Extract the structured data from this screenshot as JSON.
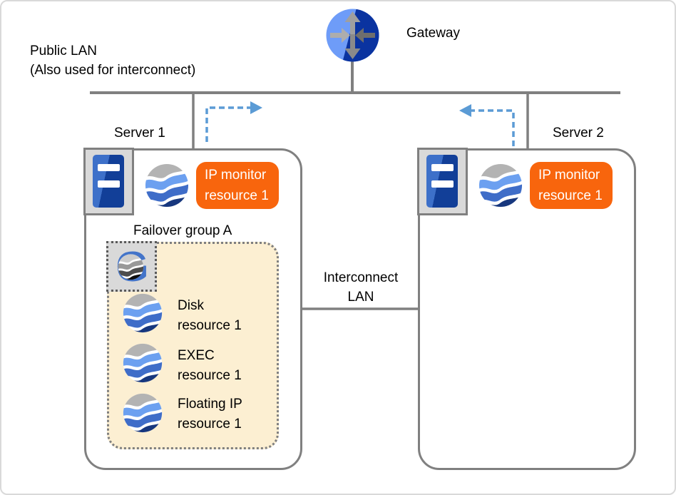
{
  "diagram": {
    "gateway_label": "Gateway",
    "public_lan": {
      "line1": "Public LAN",
      "line2": "(Also used for interconnect)"
    },
    "interconnect": {
      "line1": "Interconnect",
      "line2": "LAN"
    },
    "server1": {
      "label": "Server 1",
      "monitor": {
        "line1": "IP monitor",
        "line2": "resource 1"
      },
      "group": {
        "title": "Failover group A",
        "resources": [
          {
            "line1": "Disk",
            "line2": "resource 1"
          },
          {
            "line1": "EXEC",
            "line2": "resource 1"
          },
          {
            "line1": "Floating IP",
            "line2": "resource 1"
          }
        ]
      }
    },
    "server2": {
      "label": "Server 2",
      "monitor": {
        "line1": "IP monitor",
        "line2": "resource 1"
      }
    },
    "colors": {
      "line_gray": "#808080",
      "arrow_blue": "#5b9bd5",
      "badge_orange": "#f8650d",
      "group_fill": "#fcefd2",
      "sphere_light_blue": "#6ca0f0",
      "sphere_mid_blue": "#3f6dc8",
      "sphere_navy": "#17377e",
      "gateway_light_blue": "#6e9cf8",
      "gateway_dark_blue": "#0a33a0"
    }
  }
}
